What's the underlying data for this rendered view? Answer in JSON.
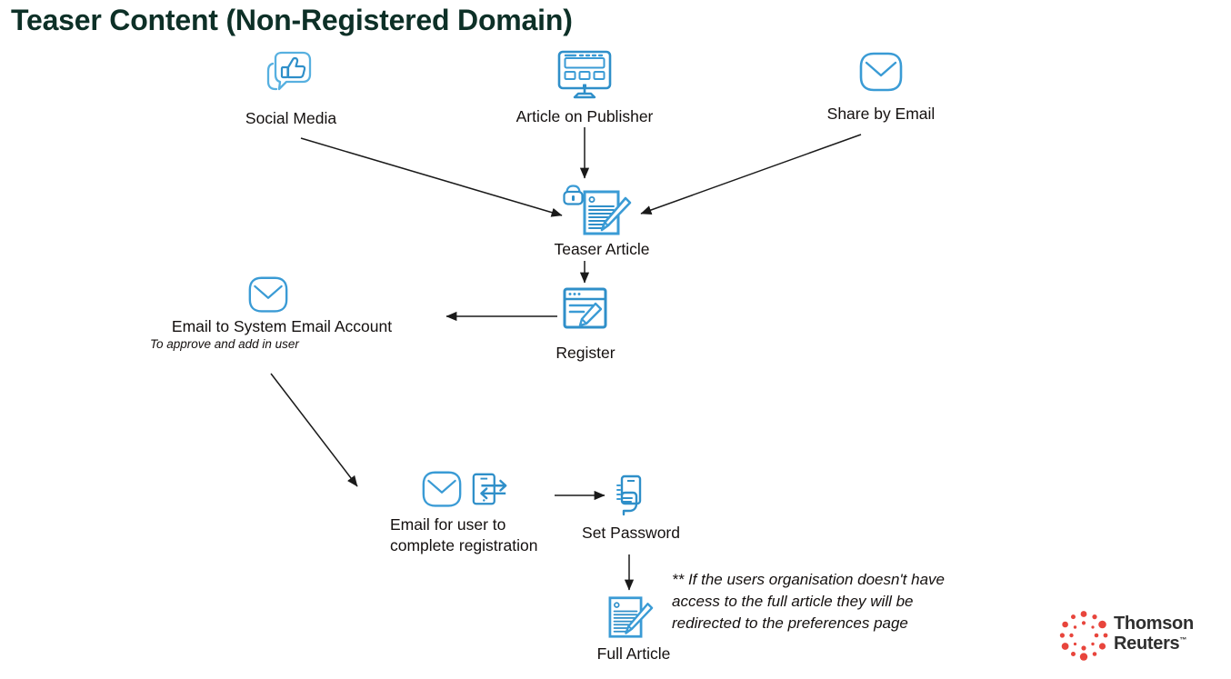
{
  "page": {
    "title": "Teaser Content (Non-Registered Domain)",
    "title_color": "#0d3027",
    "background": "#ffffff",
    "icon_color": "#3a9bd5",
    "icon_color_dark": "#1b6ca8",
    "arrow_color": "#1a1a1a",
    "text_color": "#14100f"
  },
  "nodes": {
    "social_media": {
      "label": "Social Media",
      "icon": "speech-bubble-thumbs-up-icon"
    },
    "article_on_publisher": {
      "label": "Article on Publisher",
      "icon": "desktop-monitor-icon"
    },
    "share_by_email": {
      "label": "Share by Email",
      "icon": "envelope-icon"
    },
    "teaser_article": {
      "label": "Teaser Article",
      "icon": "document-pen-icon",
      "badge_icon": "lock-badge-icon"
    },
    "register": {
      "label": "Register",
      "icon": "browser-window-pencil-icon"
    },
    "email_to_system": {
      "label": "Email to System Email Account",
      "sublabel": "To approve and add in user",
      "icon": "envelope-icon"
    },
    "email_complete_registration": {
      "label_line1": "Email for user to",
      "label_line2": "complete registration",
      "icon": "envelope-icon",
      "icon2": "mobile-transfer-icon"
    },
    "set_password": {
      "label": "Set Password",
      "icon": "hand-holding-phone-icon"
    },
    "full_article": {
      "label": "Full Article",
      "icon": "document-pen-icon"
    }
  },
  "note": {
    "text": "** If the users organisation doesn't have access to the full article they will be redirected to the  preferences page"
  },
  "logo": {
    "line1": "Thomson",
    "line2": "Reuters",
    "tm": "™",
    "mark": "dot-circle-logo-mark",
    "mark_color": "#e8453c",
    "text_color": "#2f2f2f"
  },
  "arrows": [
    {
      "name": "social-media-to-teaser",
      "from": "social_media",
      "to": "teaser_article"
    },
    {
      "name": "article-publisher-to-teaser",
      "from": "article_on_publisher",
      "to": "teaser_article"
    },
    {
      "name": "share-email-to-teaser",
      "from": "share_by_email",
      "to": "teaser_article"
    },
    {
      "name": "teaser-to-register",
      "from": "teaser_article",
      "to": "register"
    },
    {
      "name": "register-to-email-system",
      "from": "register",
      "to": "email_to_system"
    },
    {
      "name": "email-system-to-email-registration",
      "from": "email_to_system",
      "to": "email_complete_registration"
    },
    {
      "name": "email-registration-to-set-password",
      "from": "email_complete_registration",
      "to": "set_password"
    },
    {
      "name": "set-password-to-full-article",
      "from": "set_password",
      "to": "full_article"
    }
  ]
}
